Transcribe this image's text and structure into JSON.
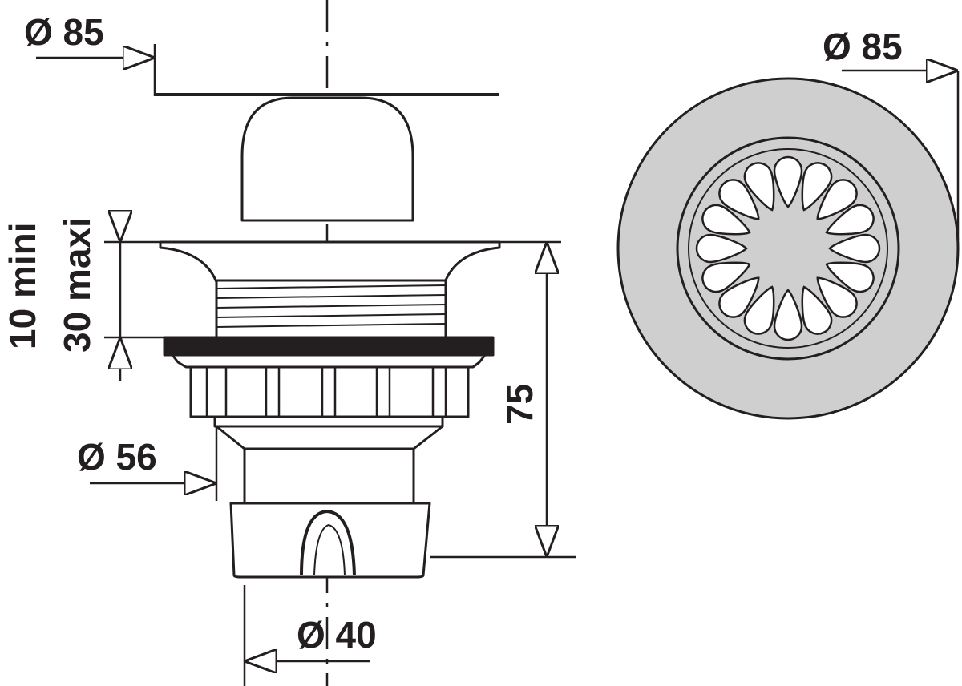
{
  "colors": {
    "stroke": "#231f20",
    "fill_light": "#ededed",
    "fill_mid": "#cfcfcf",
    "fill_dark": "#231f20",
    "background": "#ffffff"
  },
  "dimensions": {
    "flange_top_diameter": "Ø 85",
    "strainer_diameter": "Ø 85",
    "thread_diameter": "Ø 56",
    "outlet_diameter": "Ø 40",
    "thickness_min": "10 mini",
    "thickness_max": "30 maxi",
    "total_height": "75"
  }
}
